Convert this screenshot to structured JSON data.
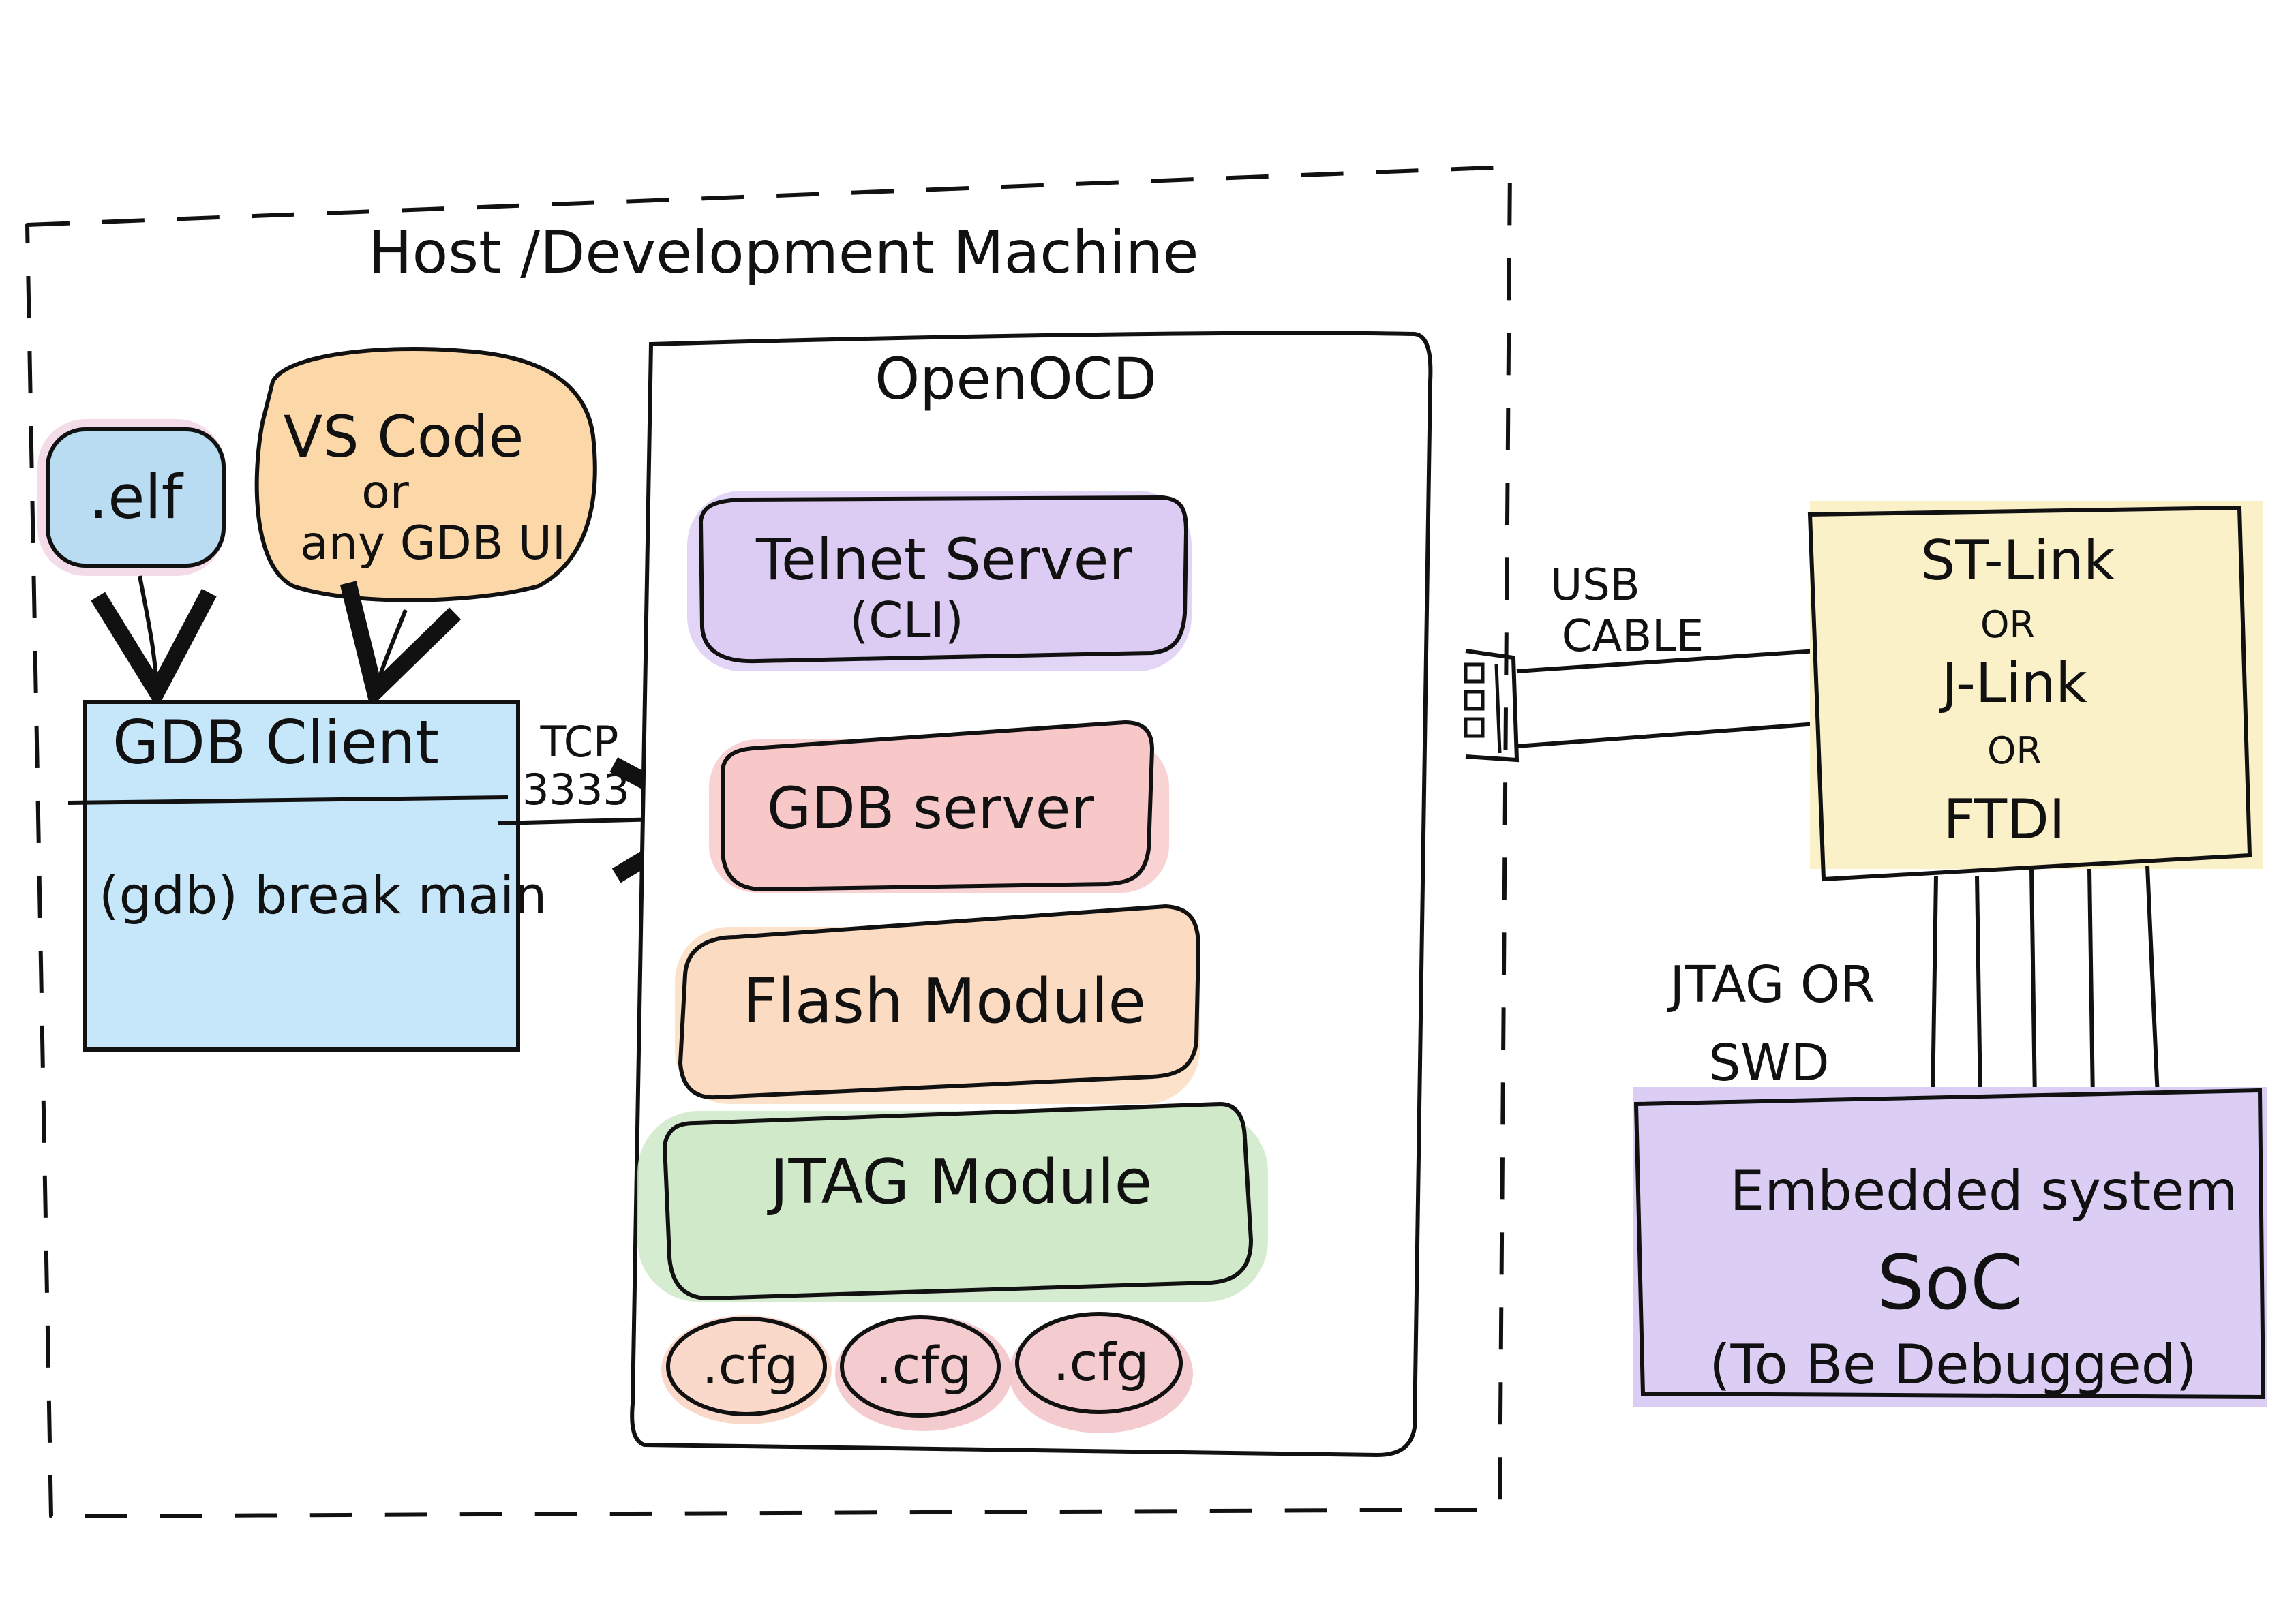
{
  "host": {
    "title": "Host /Development Machine"
  },
  "elf": {
    "label": ".elf",
    "color": "#b9dcf2",
    "accent": "#e9bfd6"
  },
  "gdb_ui": {
    "line1": "VS Code",
    "line2": "or",
    "line3": "any GDB UI",
    "color": "#fcd7a8"
  },
  "gdb_client": {
    "title": "GDB Client",
    "command": "(gdb) break main",
    "color": "#c6e6fa"
  },
  "tcp": {
    "line1": "TCP",
    "line2": "3333"
  },
  "openocd": {
    "title": "OpenOCD",
    "modules": [
      {
        "line1": "Telnet Server",
        "line2": "(CLI)",
        "color": "#dccbf2"
      },
      {
        "line1": "GDB server",
        "line2": "",
        "color": "#f8c8c8"
      },
      {
        "line1": "Flash Module",
        "line2": "",
        "color": "#fbdcc2"
      },
      {
        "line1": "JTAG Module",
        "line2": "",
        "color": "#cfe9c9"
      }
    ],
    "configs": [
      {
        "label": ".cfg",
        "color": "#f9d2c1"
      },
      {
        "label": ".cfg",
        "color": "#f3c6cb"
      },
      {
        "label": ".cfg",
        "color": "#f3c6cb"
      }
    ]
  },
  "usb": {
    "line1": "USB",
    "line2": "CABLE"
  },
  "probe": {
    "line1": "ST-Link",
    "line2": "OR",
    "line3": "J-Link",
    "line4": "OR",
    "line5": "FTDI",
    "color": "#fbf1c9"
  },
  "jtag_swd": {
    "line1": "JTAG OR",
    "line2": "SWD"
  },
  "target": {
    "line1": "Embedded system",
    "line2": "SoC",
    "line3": "(To Be Debugged)",
    "color": "#dccdf5"
  }
}
